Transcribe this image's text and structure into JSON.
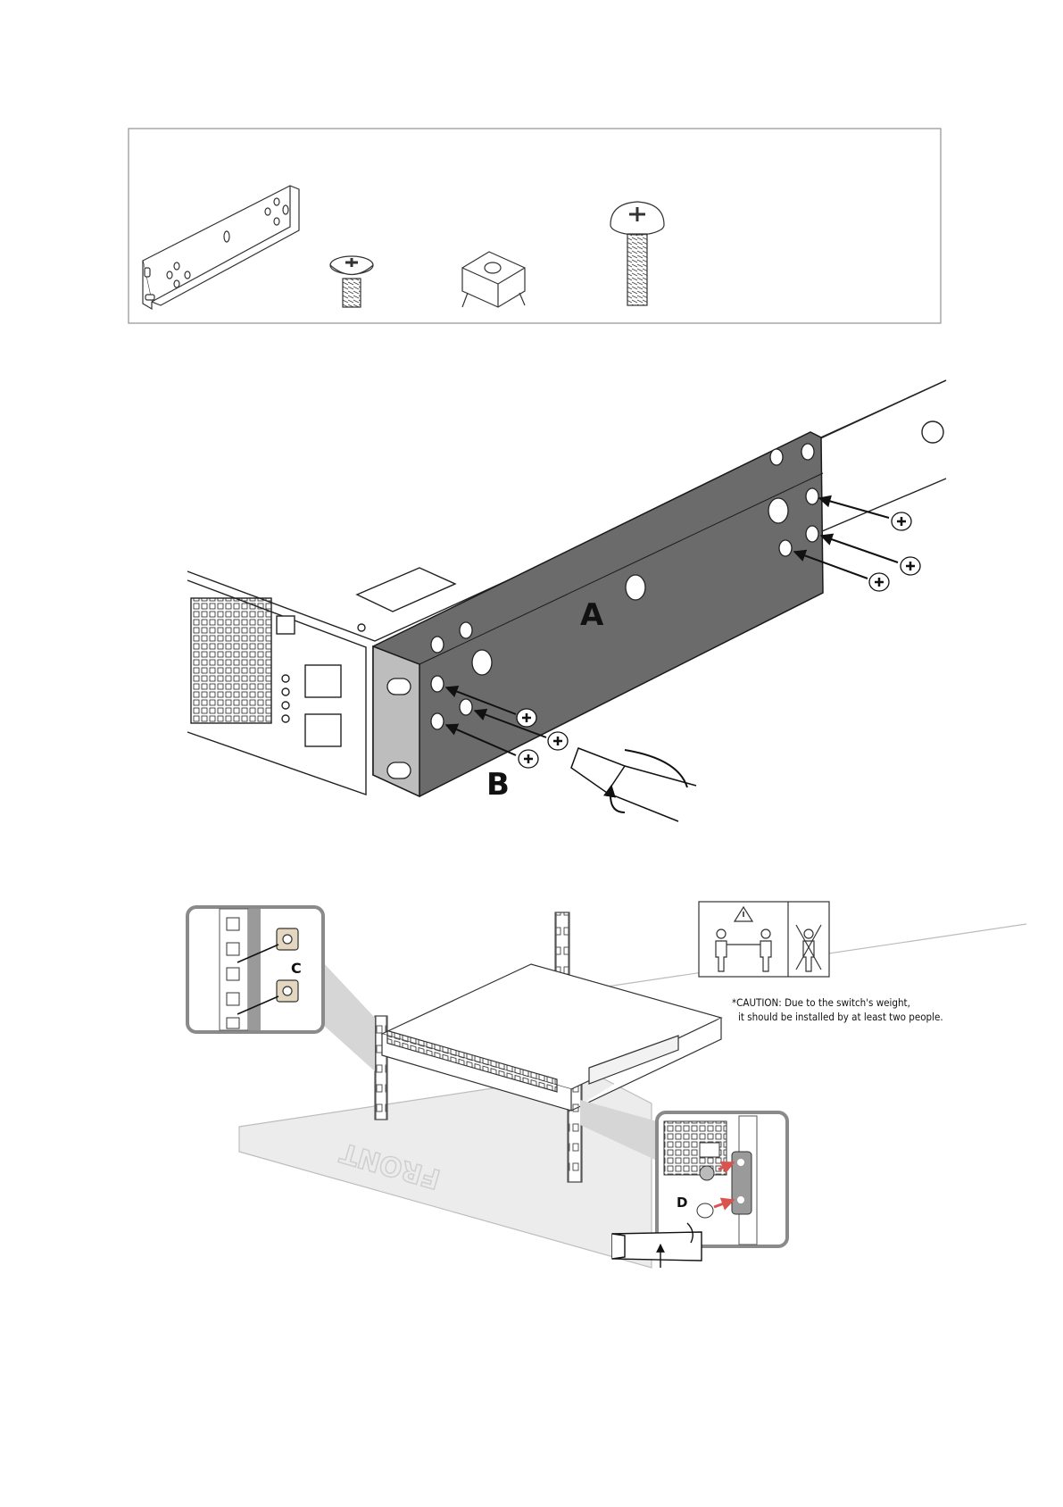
{
  "labels": {
    "bracket": "A",
    "bracket_screws": "B",
    "cage_nuts": "C",
    "rack_screws": "D",
    "floor_marking": "FRONT"
  },
  "caution": {
    "line1": "*CAUTION: Due to the switch's weight,",
    "line2": "it should be installed by at least two people."
  },
  "colors": {
    "bracket_fill": "#6b6b6b",
    "outline": "#1a1a1a",
    "callout_border": "#8a8a8a",
    "cage_nut_fill": "#e3d8bf",
    "arrow_red": "#d9534f"
  }
}
